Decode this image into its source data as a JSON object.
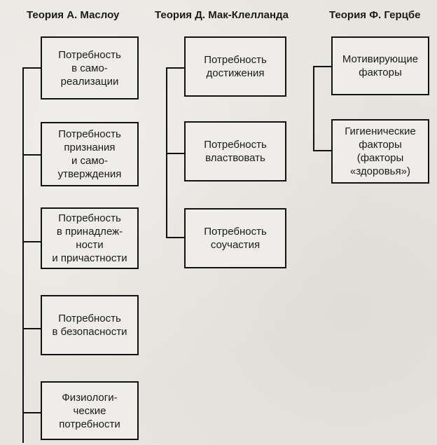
{
  "columns": [
    {
      "title": "Теория А. Маслоу",
      "items": [
        "Потребность\nв само-\nреализации",
        "Потребность\nпризнания\nи само-\nутверждения",
        "Потребность\nв принадлеж-\nности\nи причастности",
        "Потребность\nв безопасности",
        "Физиологи-\nческие\nпотребности"
      ]
    },
    {
      "title": "Теория Д. Мак-Клелланда",
      "items": [
        "Потребность\nдостижения",
        "Потребность\nвластвовать",
        "Потребность\nсоучастия"
      ]
    },
    {
      "title": "Теория Ф. Герцбе",
      "items": [
        "Мотивирующие\nфакторы",
        "Гигиенические\nфакторы\n(факторы\n«здоровья»)"
      ]
    }
  ]
}
